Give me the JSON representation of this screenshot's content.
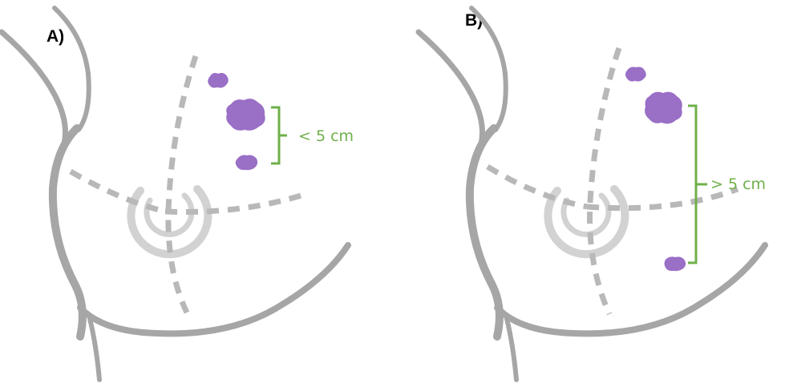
{
  "panels": [
    {
      "label": "A)",
      "distance_label": "< 5 cm"
    },
    {
      "label": "B)",
      "distance_label": "> 5 cm"
    }
  ],
  "colors": {
    "breast_outline": "#a6a6a6",
    "areola": "#d2d2d2",
    "quadrant_lines": "#b8b8b8",
    "lesion": "#9a6fc6",
    "bracket": "#6fb04a"
  },
  "icons": [
    "breast-outline-icon",
    "lesion-icon",
    "bracket-icon"
  ]
}
